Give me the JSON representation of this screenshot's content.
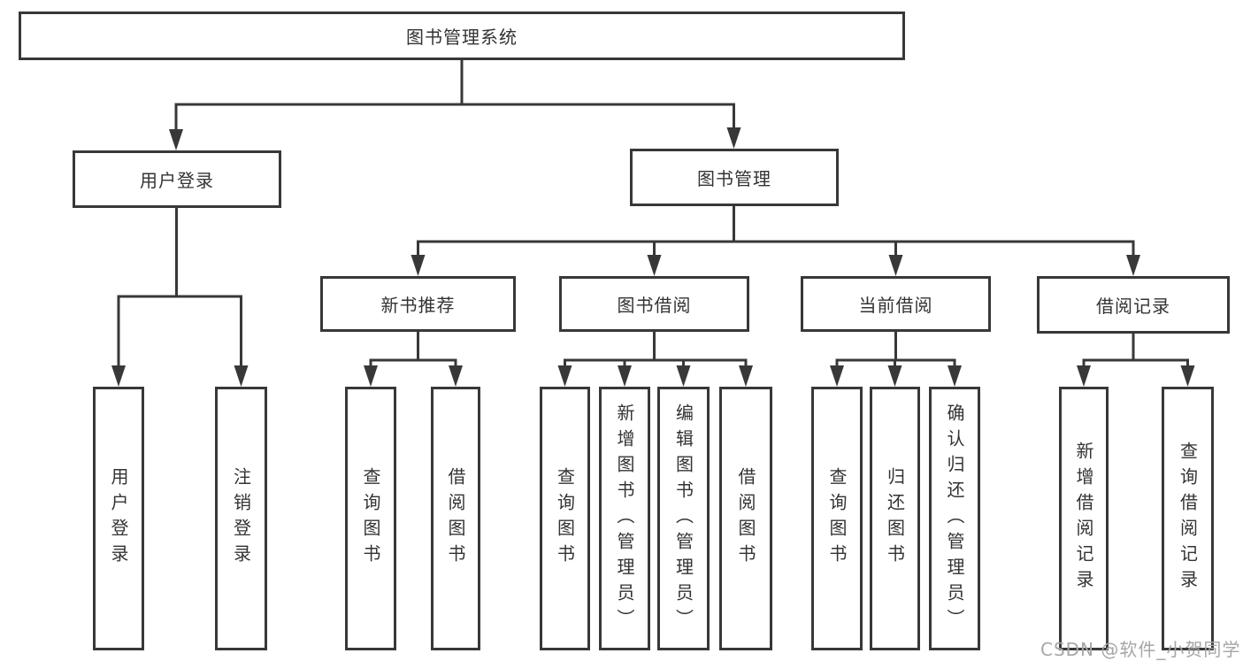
{
  "diagram_type": "hierarchy-tree",
  "colors": {
    "background": "#ffffff",
    "line": "#383838",
    "box_border": "#383838",
    "box_fill": "#ffffff",
    "text": "#333333",
    "watermark": "#a6a6a6"
  },
  "tree": {
    "label": "图书管理系统",
    "children": [
      {
        "label": "用户登录",
        "children": [
          {
            "label": "用户登录"
          },
          {
            "label": "注销登录"
          }
        ]
      },
      {
        "label": "图书管理",
        "children": [
          {
            "label": "新书推荐",
            "children": [
              {
                "label": "查询图书"
              },
              {
                "label": "借阅图书"
              }
            ]
          },
          {
            "label": "图书借阅",
            "children": [
              {
                "label": "查询图书"
              },
              {
                "label": "新增图书（管理员）"
              },
              {
                "label": "编辑图书（管理员）"
              },
              {
                "label": "借阅图书"
              }
            ]
          },
          {
            "label": "当前借阅",
            "children": [
              {
                "label": "查询图书"
              },
              {
                "label": "归还图书"
              },
              {
                "label": "确认归还（管理员）"
              }
            ]
          },
          {
            "label": "借阅记录",
            "children": [
              {
                "label": "新增借阅记录"
              },
              {
                "label": "查询借阅记录"
              }
            ]
          }
        ]
      }
    ]
  },
  "watermark": "CSDN @软件_小贺同学"
}
